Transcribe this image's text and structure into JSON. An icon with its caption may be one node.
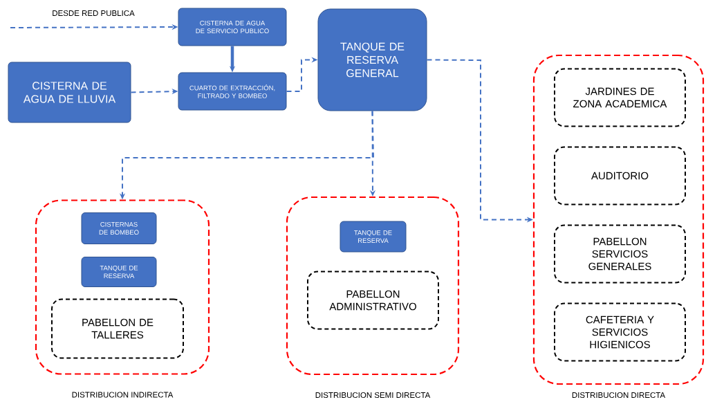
{
  "diagram": {
    "nodes": [
      {
        "text": [
          "CISTERNA DE AGUA DE SERVICIO PUBLICO"
        ]
      },
      {
        "text": [
          "CISTERNA DE AGUA DE LLUVIA"
        ]
      },
      {
        "text": [
          "CUARTO DE EXTRACCIÓN, FILTRADO Y BOMBEO"
        ]
      },
      {
        "text": [
          "TANQUE DE RESERVA GENERAL"
        ]
      },
      {
        "text": [],
        "shape": "box",
        "beside": [
          "DISTRIBUCION INDIRECTA"
        ]
      },
      {
        "text": [
          "CISTERNAS DE BOMBEO"
        ],
        "in": 4
      },
      {
        "text": [
          "TANQUE DE RESERVA"
        ],
        "in": 4
      },
      {
        "text": [
          "PABELLON DE TALLERES"
        ],
        "in": 4
      },
      {
        "text": [],
        "shape": "box",
        "beside": [
          "DISTRIBUCION SEMI DIRECTA"
        ]
      },
      {
        "text": [
          "TANQUE DE RESERVA"
        ],
        "in": 8
      },
      {
        "text": [
          "PABELLON ADMINISTRATIVO"
        ],
        "in": 8
      },
      {
        "text": [],
        "shape": "box",
        "beside": [
          "DISTRIBUCION DIRECTA"
        ]
      },
      {
        "text": [
          "JARDINES DE ZONA ACADEMICA"
        ],
        "in": 11
      },
      {
        "text": [
          "AUDITORIO"
        ],
        "in": 11
      },
      {
        "text": [
          "PABELLON SERVICIOS GENERALES"
        ],
        "in": 11
      },
      {
        "text": [
          "CAFETERIA Y SERVICIOS HIGIENICOS"
        ],
        "in": 11
      }
    ],
    "edges": [
      {
        "from": null,
        "to": 0,
        "arrow": "to",
        "style": "dashed",
        "label": "DESDE RED PUBLICA"
      },
      {
        "from": 0,
        "to": 2,
        "arrow": "to",
        "style": "thick"
      },
      {
        "from": 1,
        "to": 2,
        "arrow": "to",
        "style": "dashed"
      },
      {
        "from": 2,
        "to": 3,
        "arrow": "to",
        "style": "dashed"
      },
      {
        "from": 3,
        "to": 4,
        "arrow": "to",
        "style": "dashed"
      },
      {
        "from": 3,
        "to": 8,
        "arrow": "to",
        "style": "dashed"
      },
      {
        "from": 3,
        "to": 11,
        "arrow": "to",
        "style": "dashed"
      }
    ]
  }
}
